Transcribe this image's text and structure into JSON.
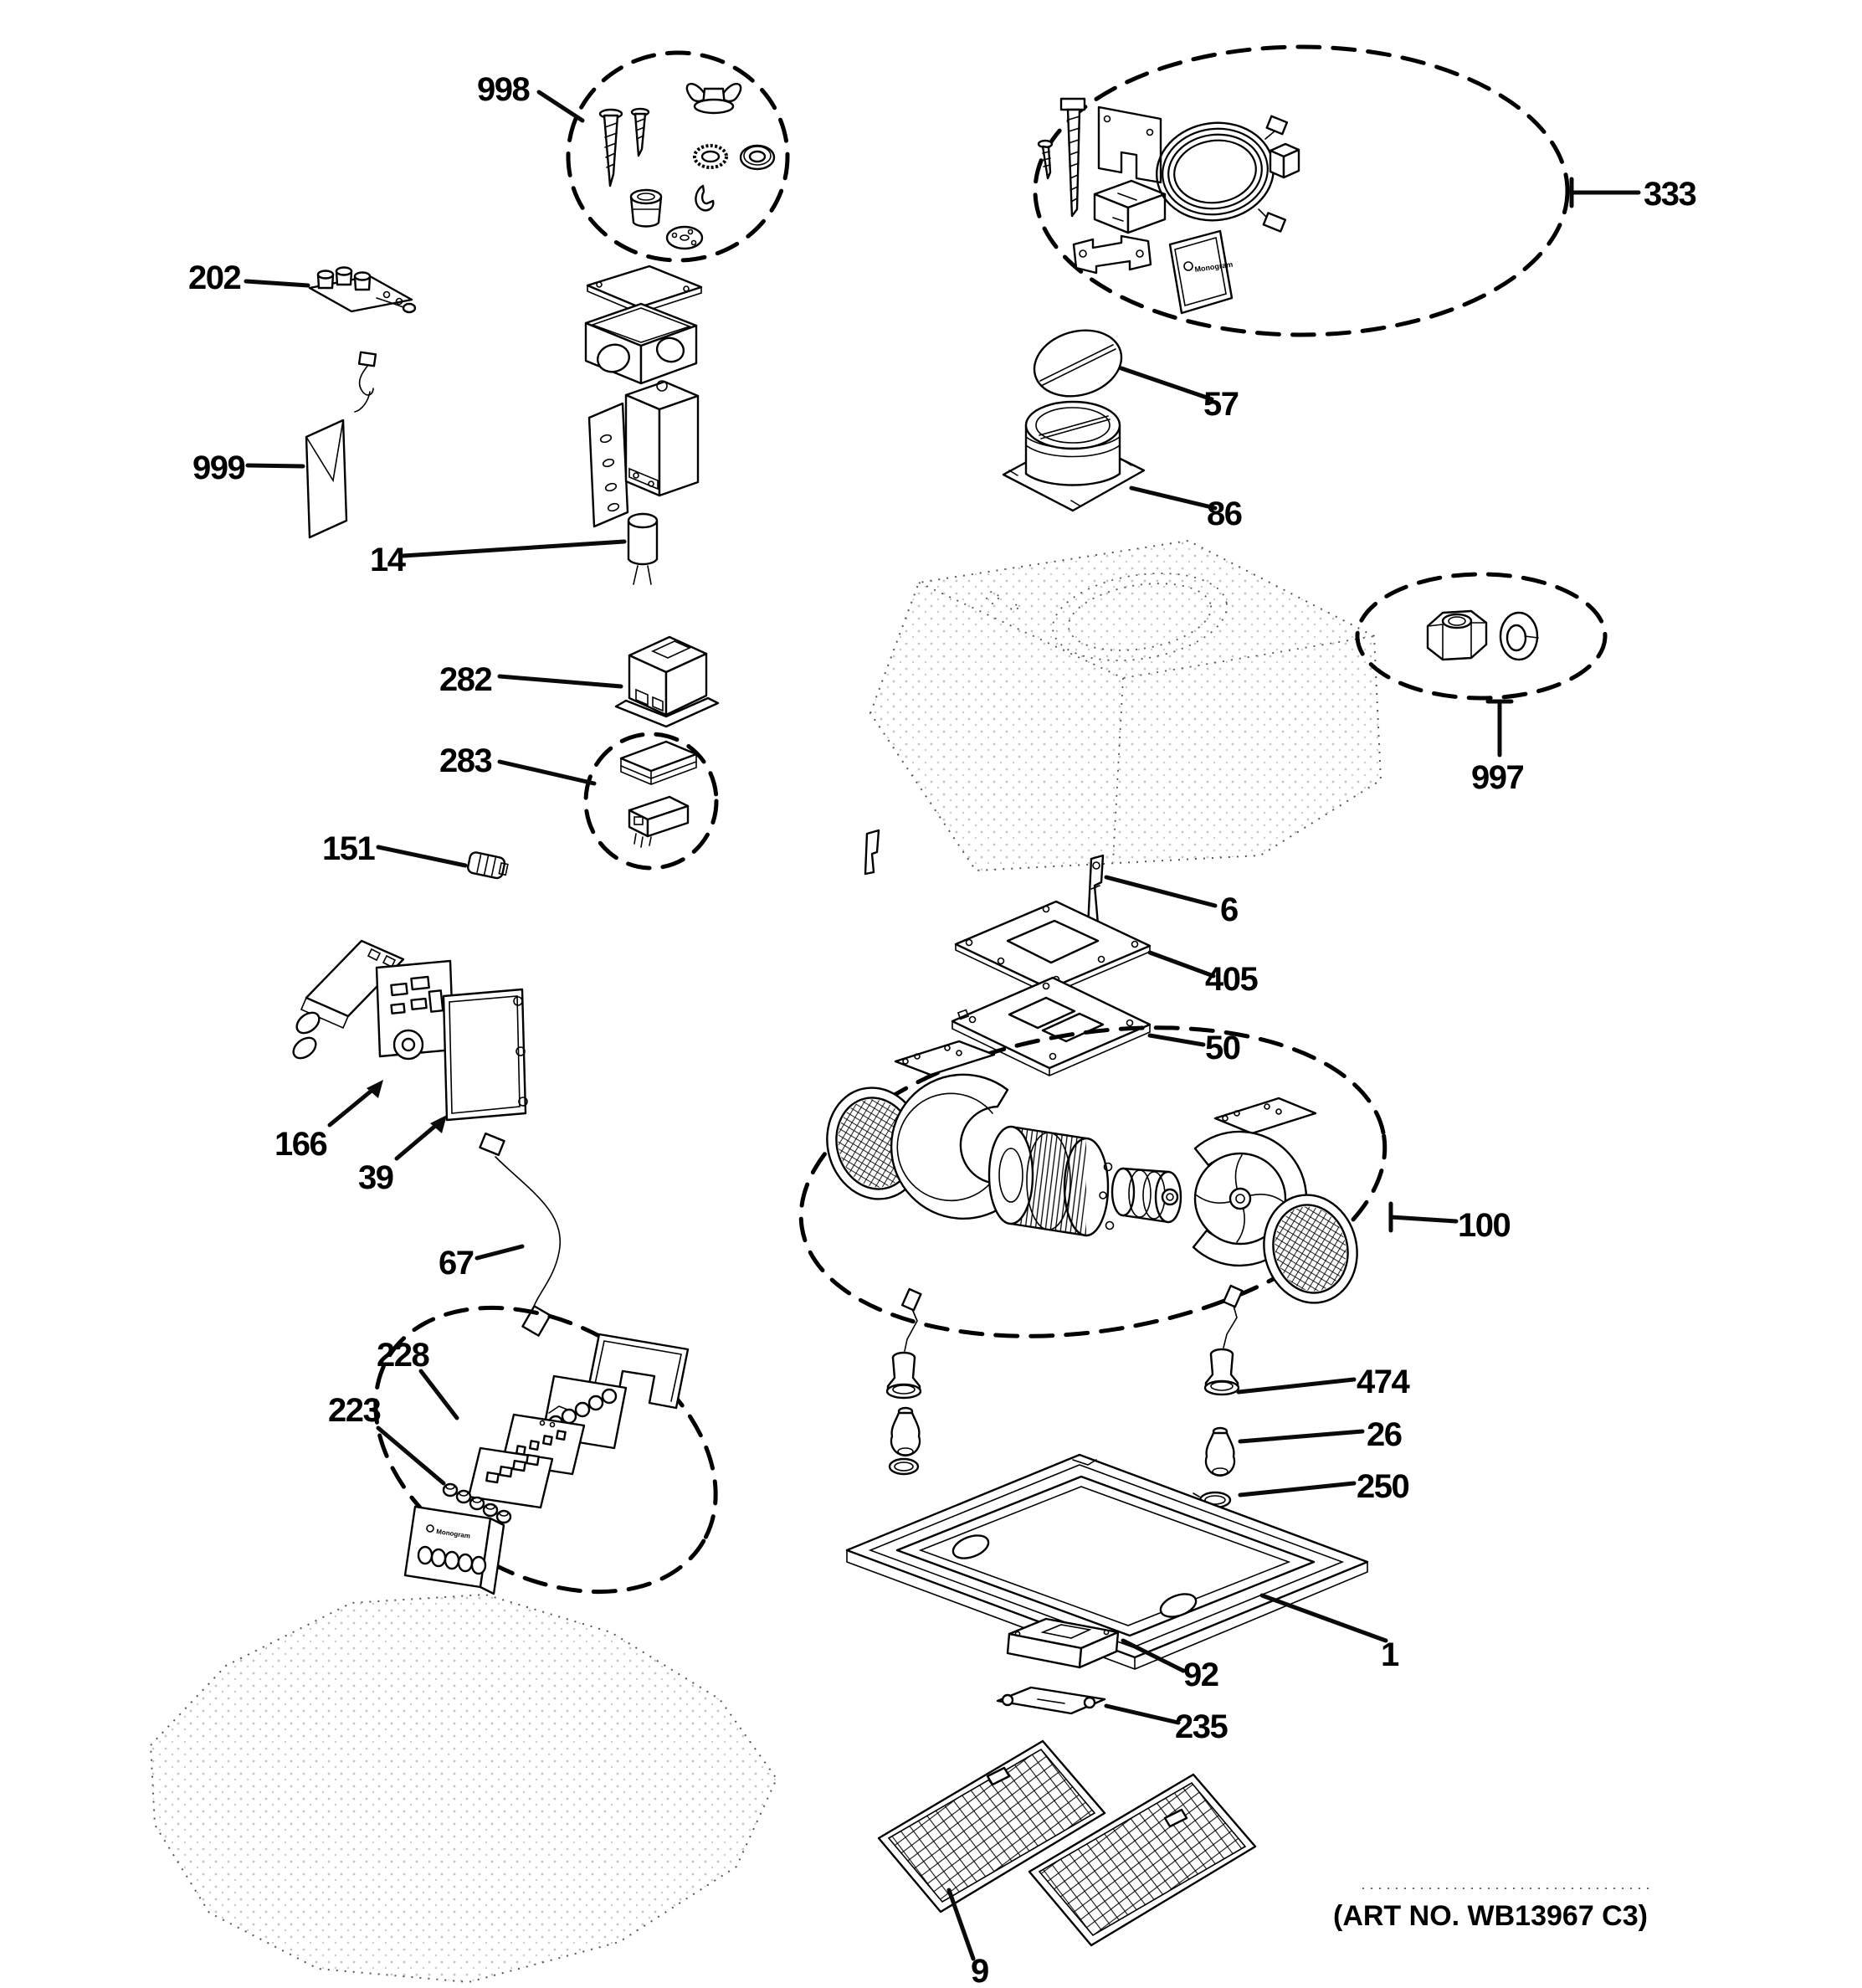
{
  "figure": {
    "art_no": "(ART NO. WB13967 C3)",
    "brand": "Monogram",
    "ink_color": "#000000",
    "paper_color": "#ffffff",
    "type": "exploded-parts-diagram"
  },
  "callouts": {
    "hardware_kit": "998",
    "install_kit": "333",
    "terminal_block": "202",
    "literature_pack": "999",
    "capacitor": "14",
    "transformer": "282",
    "switch_kit": "283",
    "connector": "151",
    "control_housing": "166",
    "board_cover": "39",
    "wire_harness": "67",
    "control_panel_kit": "228",
    "button_kit": "223",
    "damper_flap": "57",
    "damper_assembly": "86",
    "nut_washer_kit": "997",
    "support_bracket": "6",
    "top_plate": "405",
    "bottom_plate": "50",
    "blower_assembly": "100",
    "lamp_socket": "474",
    "lamp_bulb": "26",
    "lamp_gasket": "250",
    "bottom_frame": "1",
    "lamp_lens": "92",
    "filter_retainer": "235",
    "grease_filter": "9"
  }
}
